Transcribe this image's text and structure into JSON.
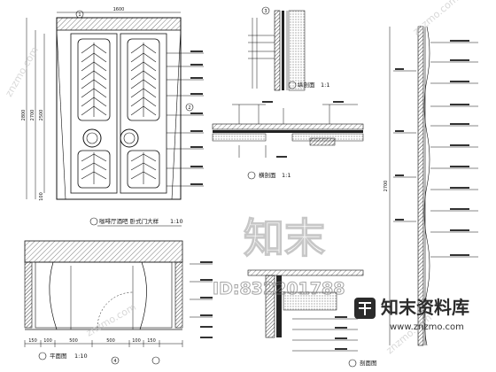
{
  "titles": {
    "elevation": "咖啡厅酒吧    卧式门大样",
    "elevation_scale": "1:10",
    "section_v": "纵剖面",
    "section_v_scale": "1:1",
    "section_h": "横剖面",
    "section_h_scale": "1:1",
    "plan": "平面图",
    "plan_scale": "1:10",
    "right_section": "剖面图"
  },
  "bubbles": {
    "b1": "1",
    "b2": "2",
    "b3": "3",
    "b4": "4"
  },
  "dims": {
    "top": "1600",
    "left_v1": "2800",
    "left_v2": "2700",
    "left_v3": "2500",
    "left_bot": "100",
    "plan_b1": "150",
    "plan_b2": "100",
    "plan_b3": "500",
    "plan_b4": "500",
    "plan_b5": "100",
    "plan_b6": "150",
    "right_v": "2700"
  },
  "watermark": {
    "stamp": "知末",
    "id": "ID:832201788",
    "brand": "知末资料库",
    "url": "www.znzmo.com",
    "diag": "znzmo.com"
  }
}
